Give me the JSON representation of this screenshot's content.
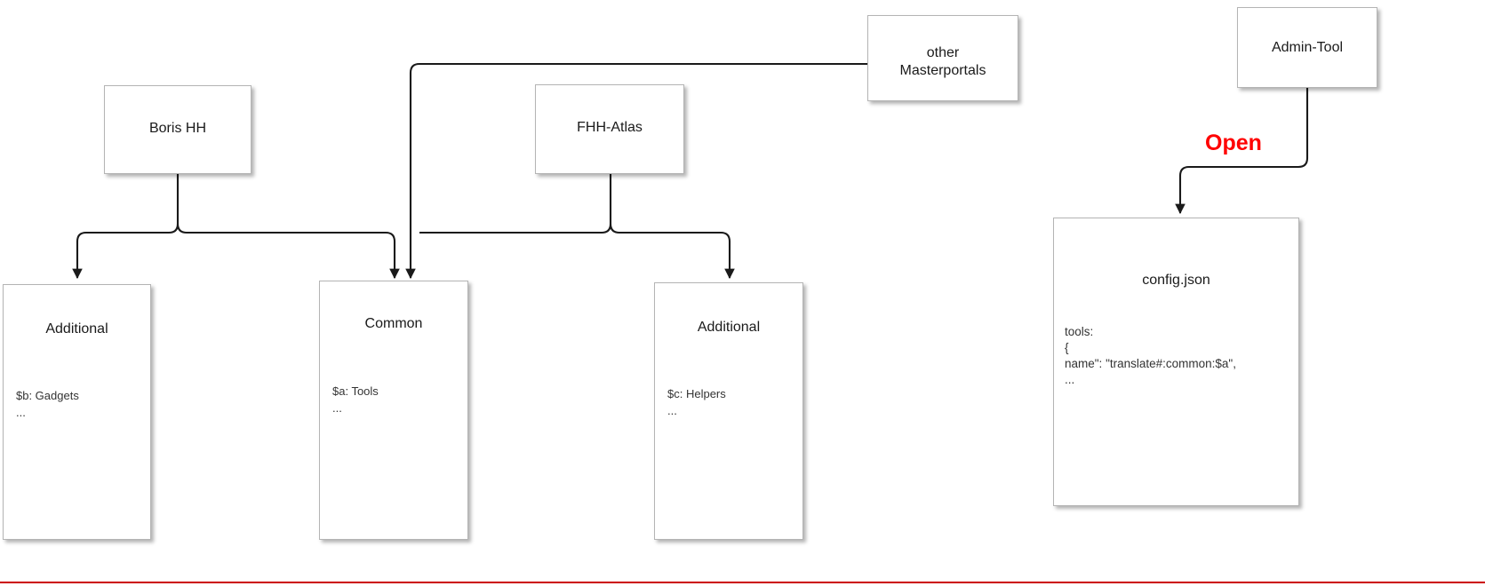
{
  "diagram": {
    "type": "flow-diagram",
    "background_color": "#ffffff",
    "node_border_color": "#b4b4b4",
    "edge_color": "#1a1a1a",
    "accent_color": "#ff0000",
    "bottom_rule_color": "#cc0000"
  },
  "nodes": {
    "boris": {
      "title": "Boris HH"
    },
    "fhh_atlas": {
      "title": "FHH-Atlas"
    },
    "other_masterportals": {
      "title": "other\nMasterportals"
    },
    "admin_tool": {
      "title": "Admin-Tool"
    },
    "additional_left": {
      "title": "Additional",
      "body": "$b: Gadgets\n..."
    },
    "common": {
      "title": "Common",
      "body": "$a: Tools\n..."
    },
    "additional_right": {
      "title": "Additional",
      "body": "$c: Helpers\n..."
    },
    "config": {
      "title": "config.json",
      "body": "tools:\n{\n  name\": \"translate#:common:$a\",\n  ..."
    }
  },
  "edges": [
    {
      "from": "boris",
      "to": "additional_left",
      "label": ""
    },
    {
      "from": "boris",
      "to": "common",
      "label": ""
    },
    {
      "from": "fhh_atlas",
      "to": "common",
      "label": ""
    },
    {
      "from": "fhh_atlas",
      "to": "additional_right",
      "label": ""
    },
    {
      "from": "other_masterportals",
      "to": "common",
      "label": ""
    },
    {
      "from": "admin_tool",
      "to": "config",
      "label": "Open"
    }
  ],
  "labels": {
    "open": "Open"
  }
}
